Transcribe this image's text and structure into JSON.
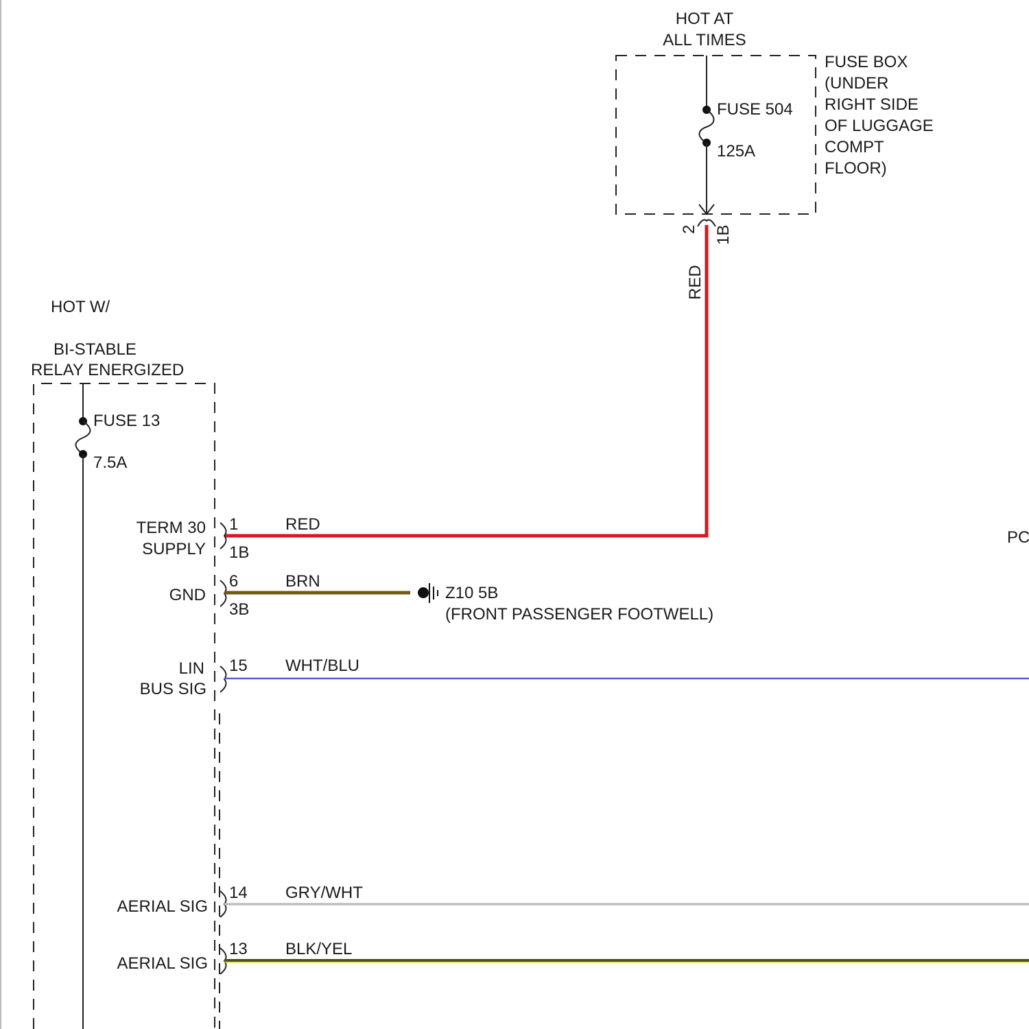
{
  "top_fuse_box": {
    "hot_line1": "HOT AT",
    "hot_line2": "ALL TIMES",
    "fuse_name": "FUSE 504",
    "fuse_rating": "125A",
    "box_label": [
      "FUSE BOX",
      "(UNDER",
      "RIGHT SIDE",
      "OF LUGGAGE",
      "COMPT",
      "FLOOR)"
    ],
    "connector_pin": "2",
    "connector_id": "1B",
    "wire_color": "RED"
  },
  "module": {
    "hot_line1": "HOT W/",
    "hot_line2": "BI-STABLE",
    "hot_line3": "RELAY ENERGIZED",
    "fuse_name": "FUSE 13",
    "fuse_rating": "7.5A"
  },
  "pins": [
    {
      "label1": "TERM 30",
      "label2": "SUPPLY",
      "pin": "1",
      "connector": "1B",
      "wire": "RED",
      "color": "#d9171e"
    },
    {
      "label1": "GND",
      "label2": "",
      "pin": "6",
      "connector": "3B",
      "wire": "BRN",
      "color": "#6e5a12"
    },
    {
      "label1": "LIN",
      "label2": "BUS SIG",
      "pin": "15",
      "connector": "",
      "wire": "WHT/BLU",
      "color": "#5a5ad6"
    },
    {
      "label1": "AERIAL SIG",
      "label2": "",
      "pin": "14",
      "connector": "",
      "wire": "GRY/WHT",
      "color": "#bdbdbd"
    },
    {
      "label1": "AERIAL SIG",
      "label2": "",
      "pin": "13",
      "connector": "",
      "wire": "BLK/YEL",
      "color": "#4a4a20"
    }
  ],
  "ground": {
    "id": "Z10 5B",
    "location": "(FRONT PASSENGER FOOTWELL)"
  },
  "edge_text": "PC"
}
